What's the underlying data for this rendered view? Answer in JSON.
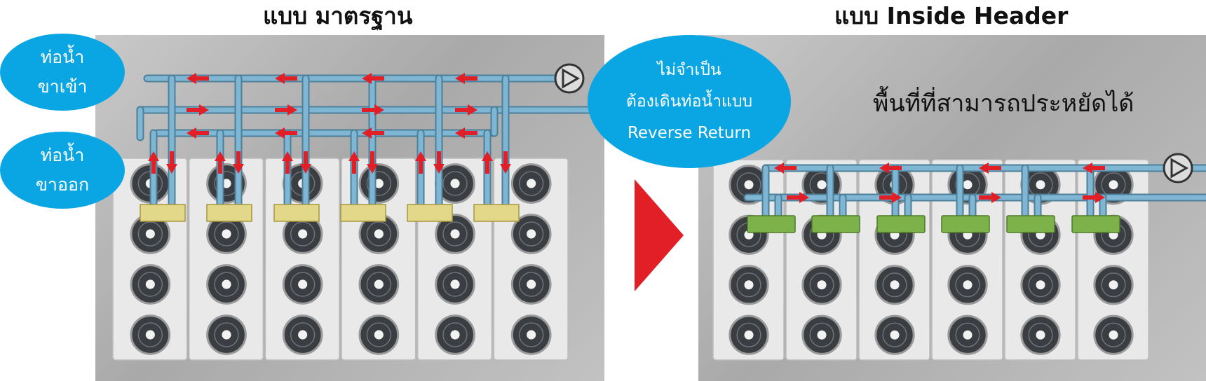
{
  "titles": {
    "standard": "แบบ มาตรฐาน",
    "inside_header": "แบบ Inside Header"
  },
  "labels": {
    "inlet_line1": "ท่อน้ำ",
    "inlet_line2": "ขาเข้า",
    "outlet_line1": "ท่อน้ำ",
    "outlet_line2": "ขาออก",
    "note_line1": "ไม่จำเป็น",
    "note_line2": "ต้องเดินท่อน้ำแบบ",
    "note_line3": "Reverse Return",
    "space_saved": "พื้นที่ที่สามารถประหยัดได้"
  },
  "colors": {
    "bubble": "#0aa5e3",
    "pipe": "#7fb6d3",
    "flow_arrow": "#e21e26",
    "header_box_standard": "#e3d78a",
    "header_box_inside": "#7db24b"
  },
  "icons": {
    "pump": "pump-icon",
    "transition": "arrow-right-icon"
  }
}
